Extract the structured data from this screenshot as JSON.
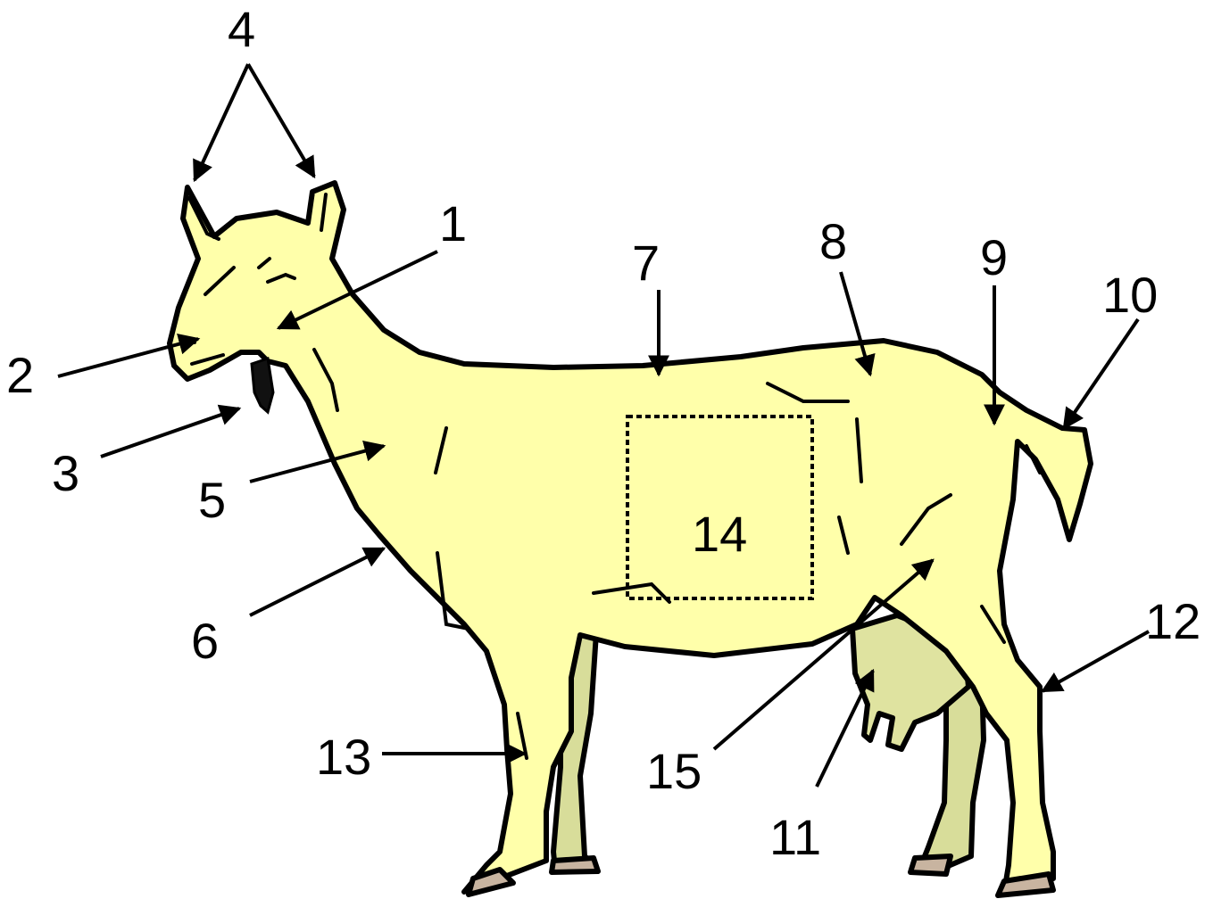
{
  "labels": {
    "l1": "1",
    "l2": "2",
    "l3": "3",
    "l4": "4",
    "l5": "5",
    "l6": "6",
    "l7": "7",
    "l8": "8",
    "l9": "9",
    "l10": "10",
    "l11": "11",
    "l12": "12",
    "l13": "13",
    "l14": "14",
    "l15": "15"
  },
  "colors": {
    "body_fill": "#ffffaa",
    "far_leg_fill": "#d8dd9a",
    "udder_fill": "#dfe3a0",
    "hoof_fill": "#c8b4a0",
    "outline": "#000000"
  },
  "icons": {
    "goat": "goat-illustration",
    "beard": "goat-beard-icon"
  }
}
